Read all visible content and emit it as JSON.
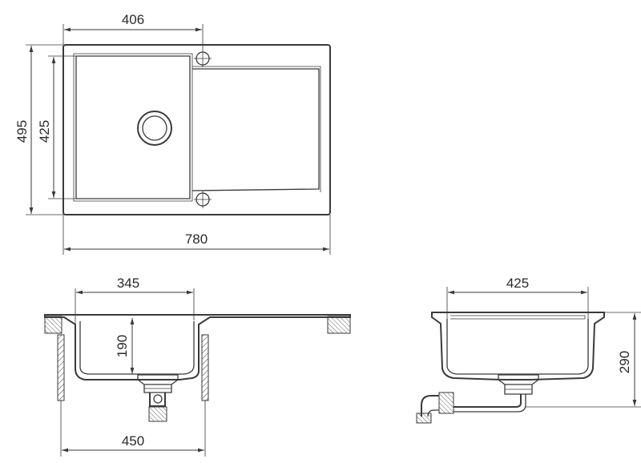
{
  "dimensions": {
    "top_width_drain": "406",
    "overall_depth": "495",
    "bowl_depth": "425",
    "overall_width": "780",
    "bowl_width": "345",
    "bowl_height": "190",
    "cabinet_min": "450",
    "side_width": "425",
    "side_height": "290"
  },
  "icons": {
    "drain": "drain-outlet-icon",
    "tap_hole": "tap-hole-icon",
    "siphon": "siphon-icon"
  },
  "colors": {
    "line": "#3a3a3a",
    "background": "#ffffff"
  }
}
